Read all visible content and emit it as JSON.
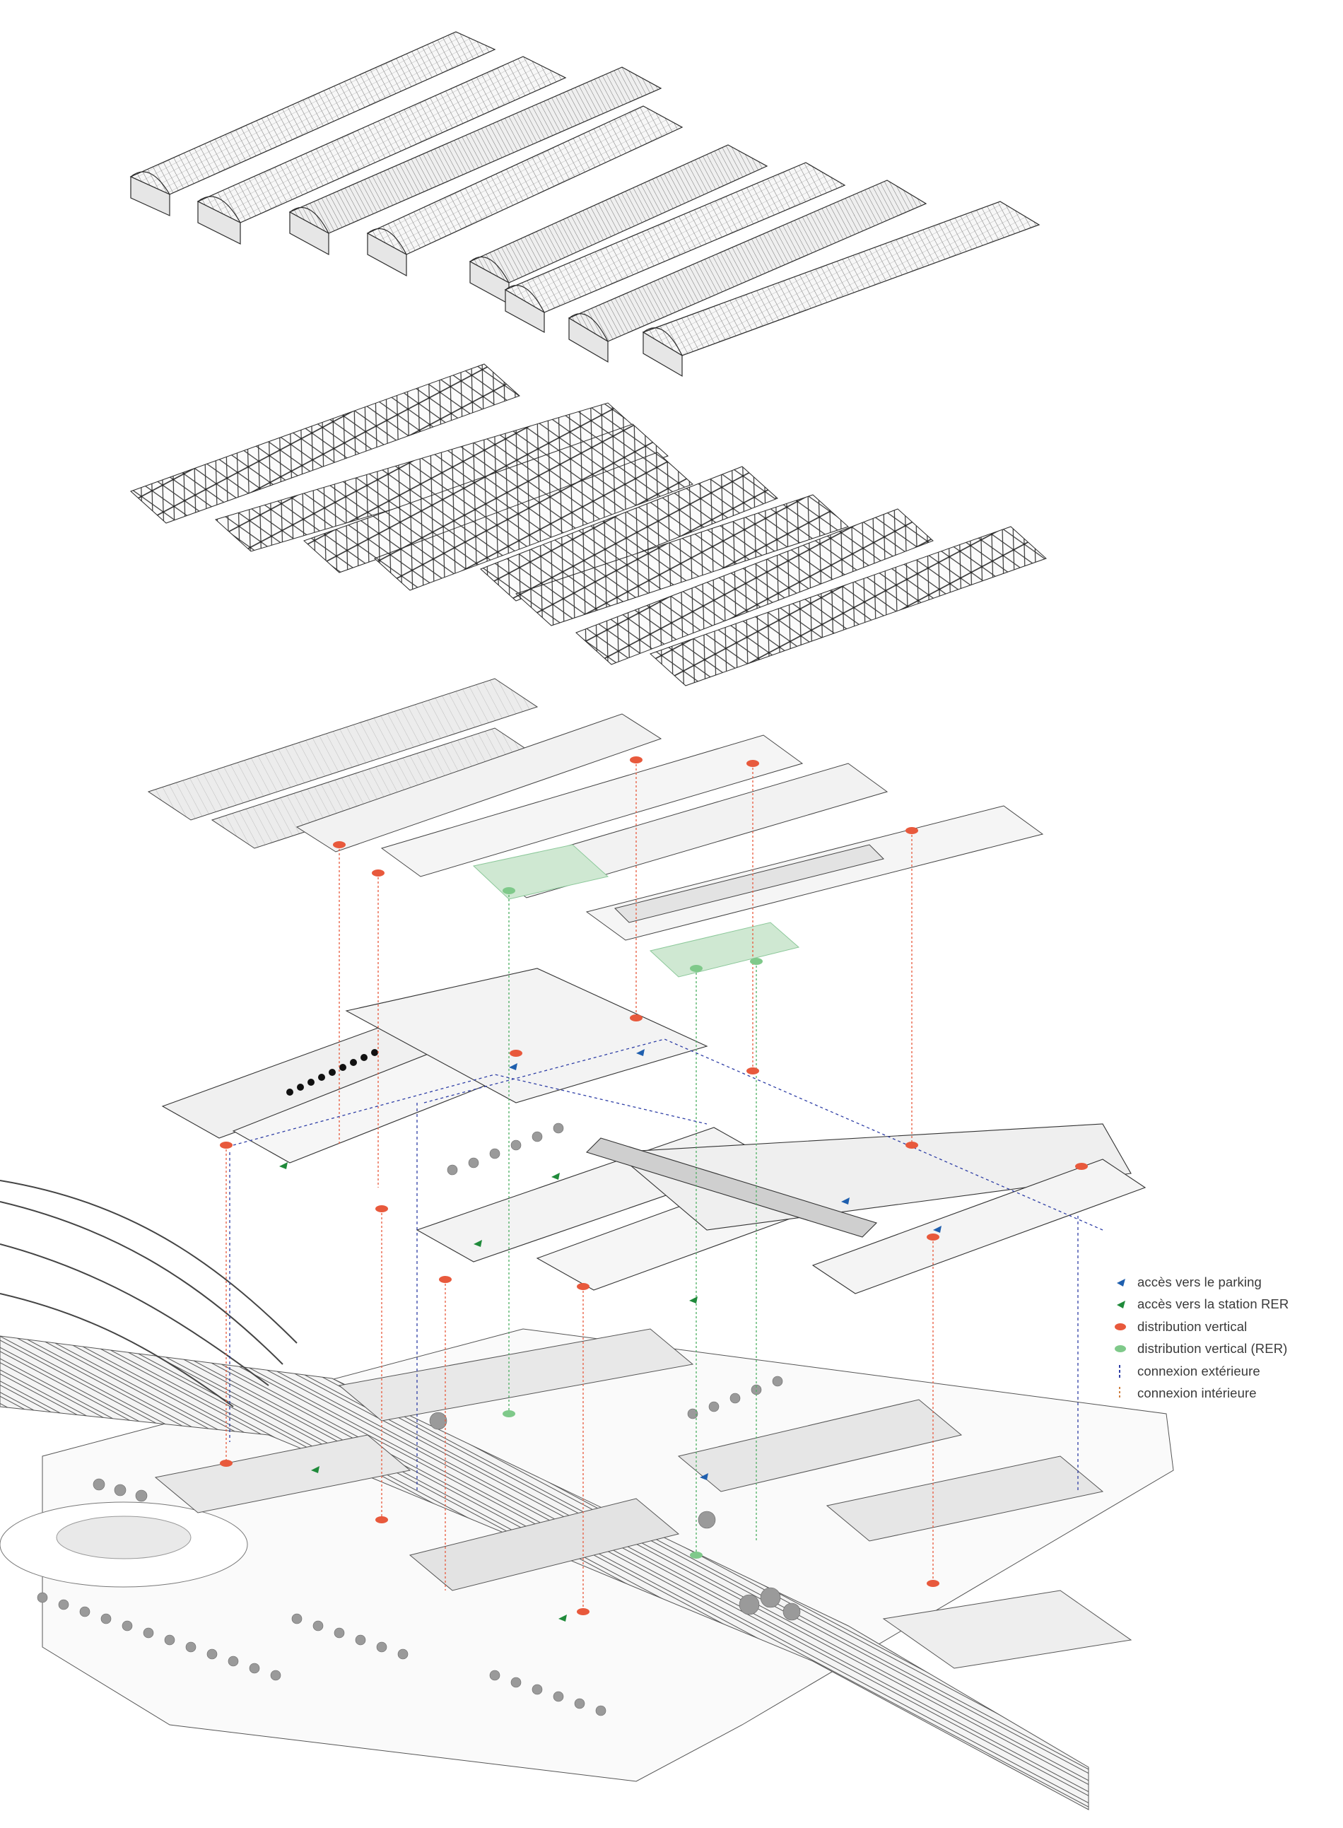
{
  "legend": {
    "items": [
      {
        "key": "parking",
        "symbol": "arrow",
        "color": "#1f5fae",
        "label": "accès vers le parking"
      },
      {
        "key": "rer_access",
        "symbol": "arrow",
        "color": "#1f8a3a",
        "label": "accès vers la station RER"
      },
      {
        "key": "vertical",
        "symbol": "dot",
        "color": "#e8593c",
        "label": "distribution vertical"
      },
      {
        "key": "vertical_rer",
        "symbol": "dot",
        "color": "#7fc98a",
        "label": "distribution vertical (RER)"
      },
      {
        "key": "ext",
        "symbol": "dash",
        "color": "#2f3fa6",
        "label": "connexion extérieure"
      },
      {
        "key": "int",
        "symbol": "dash",
        "color": "#d08040",
        "label": "connexion intérieure"
      }
    ]
  },
  "colors": {
    "line": "#2b2b2b",
    "light_line": "#8a8a8a",
    "fill_light": "#f2f2f2",
    "fill_mid": "#d9d9d9",
    "green_zone": "#cfe8d2",
    "tree": "#9a9a9a"
  },
  "layers": {
    "roofs": "glass-roof-halls",
    "trusses": "truss-structure",
    "upper_floor": "upper-level-plan",
    "platform_level": "platform-level-plan",
    "ground": "ground-site-plan"
  }
}
